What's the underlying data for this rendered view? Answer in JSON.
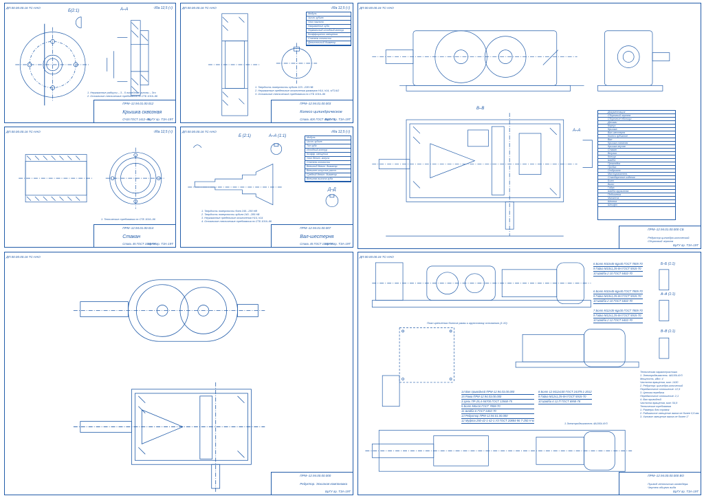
{
  "sheets": {
    "cover": {
      "code": "ДП.00.00.00.16 ТС-НАО",
      "section_a": "А–А",
      "scale": "Б(2:1)",
      "roughness": "√Ra 12,5 (√)",
      "designation": "ПРМ–12.94.01.00.012",
      "name": "Крышка сквозная",
      "material": "СЧ15 ГОСТ 1412–85",
      "org": "БрГУ гр. ТЗА-19Т",
      "notes": [
        "1. Неуказанные радиусы – 3…5 литейные уклоны – 3сч",
        "2. Остальные технические требования по СТБ 1016–96"
      ]
    },
    "wheel": {
      "code": "ДП.00.00.00.16 ТС-НАО",
      "roughness": "√Ra 12,5 (√)",
      "designation": "ПРМ–12.94.01.00.003",
      "name": "Колесо цилиндрическое",
      "material": "Сталь 40Х ГОСТ 4543–71",
      "org": "БрГУ гр. ТЗА-19Т",
      "notes": [
        "1. Твердость поверхности зубьев 223...228 HB",
        "2. Неуказанные предельные отклонения размеров H14, h14, ±IT14/2",
        "3. Остальные технические требования по СТБ 1016–96"
      ],
      "params": [
        "Модуль",
        "Число зубьев",
        "Угол наклона",
        "Направление зуба",
        "Нормальный исходный контур",
        "Коэффициент смещения",
        "Степень точности",
        "Делительный диаметр"
      ]
    },
    "gearbox": {
      "code": "ДП.00.00.00.16 ТС-НАО",
      "section_b": "В–В",
      "section_a": "А–А",
      "designation": "ПРМ–12.94.01.00.000 СБ",
      "name": "Редуктор цилиндро-конический. Сборочный чертеж",
      "org": "БрГУ гр. ТЗА-19Т",
      "spec_rows": [
        "Документация",
        "Сборочный чертеж",
        "Сборочные единицы",
        "Детали",
        "Корпус",
        "Крышка",
        "Вал-шестерня",
        "Колесо зубчатое",
        "Вал",
        "Крышка сквозная",
        "Крышка глухая",
        "Стакан",
        "Втулка",
        "Кольцо",
        "Шайба",
        "Прокладка",
        "Пробка",
        "Отдушина",
        "Маслоуказатель",
        "Стандартные изделия",
        "Болт",
        "Винт",
        "Гайка",
        "Шайба пружинная",
        "Подшипник",
        "Манжета",
        "Шпонка",
        "Штифт"
      ]
    },
    "sleeve": {
      "code": "ДП.00.00.00.16 ТС-НАО",
      "roughness": "√Ra 12,5 (√)",
      "designation": "ПРМ–12.94.01.00.014",
      "name": "Стакан",
      "material": "Сталь 45 ГОСТ 1050–88",
      "org": "БрГУ гр. ТЗА-19Т",
      "notes": [
        "1. Технические требования по СТБ 1016–96"
      ]
    },
    "shaft": {
      "code": "ДП.00.00.00.16 ТС-НАО",
      "roughness": "√Ra 12,5 (√)",
      "section_a": "А–А (1:1)",
      "scale": "Б (2:1)",
      "section_d": "Д–Д",
      "designation": "ПРМ–12.94.01.00.007",
      "name": "Вал-шестерня",
      "material": "Сталь 45 ГОСТ 1050–88",
      "org": "БрГУ гр. ТЗА-19Т",
      "notes": [
        "1. Твердость поверхности боев 245...250 HB",
        "2. Твердость поверхности зубьев 240...285 HB",
        "3. Неуказанные предельные отклонения H14, h14",
        "4. Остальные технические требования по СТБ 1016–96"
      ],
      "params": [
        "Модуль",
        "Число зубьев",
        "Тип зуба",
        "Исходный контур",
        "Коэфф. смещения",
        "Угол делит. конуса",
        "Степень точности",
        "Внешний делит. диаметр",
        "Внешнее конусное расст.",
        "Средний делит. диаметр",
        "Внешняя высота зуба"
      ]
    },
    "layout": {
      "code": "ДП.00.00.00.16 ТС-НАО",
      "designation": "ПРМ–12.94.00.00.000",
      "name": "Редуктор. Эскизная компоновка",
      "org": "БрГУ гр. ТЗА-19Т"
    },
    "drive": {
      "code": "ДП.00.00.00.16 ТС-НАО",
      "section_b": "Б–Б (1:1)",
      "section_a": "А–А (1:1)",
      "section_v": "В–В (1:1)",
      "plan_caption": "План крепления болтов рамы к грунтовому основанию (1:10)",
      "designation": "ПРМ–12.94.00.00.000 ВО",
      "name": "Привод ленточного конвейера. Чертеж общего вида",
      "org": "БрГУ гр. ТЗА-19Т",
      "fasteners_top": [
        "6 Болт М10х45-6gx40 ГОСТ 7805-70",
        "9 Гайка М10х1,25-6Н ГОСТ 5915-70",
        "10 Шайба 2 10 ГОСТ 6402-70"
      ],
      "fasteners_mid": [
        "6 Болт М10х45-6gx40 ГОСТ 7805-70",
        "9 Гайка М10х1,25-6Н ГОСТ 5915-70",
        "10 Шайба 2 10 ГОСТ 6402-70"
      ],
      "fasteners_low": [
        "7 Болт М12х35-6gx30 ГОСТ 7805-70",
        "9 Гайка М12х1,25-6Н ГОСТ 5915-70",
        "10 Шайба 2 12 ГОСТ 6402-70"
      ],
      "parts_list": [
        "14 Вал приводной ПРМ-12.94.03.00.000",
        "15 Рама ПРМ-12.94.03.00.000",
        "3 Цепь ПР-25,4-56700 ГОСТ 13568-75",
        "5 Болт М6х16 ГОСТ 7808-70",
        "11 Шайба 6 ГОСТ 6402-70",
        "13 Редуктор ПРМ-12.94.01.00.000",
        "12 Муфта 250-42-1-42-1 У3 ГОСТ 20884-96 7-250 Н·м"
      ],
      "parts_list_b": [
        "8 Болт 12 М12х100 ГОСТ 24379.1-2012",
        "9 Гайка М12х1,25-6Н ГОСТ 5915-70",
        "10 Шайба 4 12.П ГОСТ 6958-78"
      ],
      "motor_label": "1 Электродвигатель 4А100L4У3",
      "tech_title": "Техническая характеристика",
      "tech": [
        "1. Электродвигатель: 4A100L4У3",
        "   Мощность, кВт: 4",
        "   Частота вращения, мин: 1430",
        "2. Редуктор: цилиндро-конический",
        "   Передаточное отношение: 12,5",
        "3. Цепная передача",
        "   Передаточное отношение: 2,1",
        "4. Вал приводной",
        "   Частота вращения, мин: 54,9"
      ],
      "tech_notes": [
        "Технические требования",
        "1. Размеры для справок",
        "2. Радиальное смещение валов не более 0,5 мм",
        "3. Угловое смещение валов не более 1°"
      ]
    }
  }
}
